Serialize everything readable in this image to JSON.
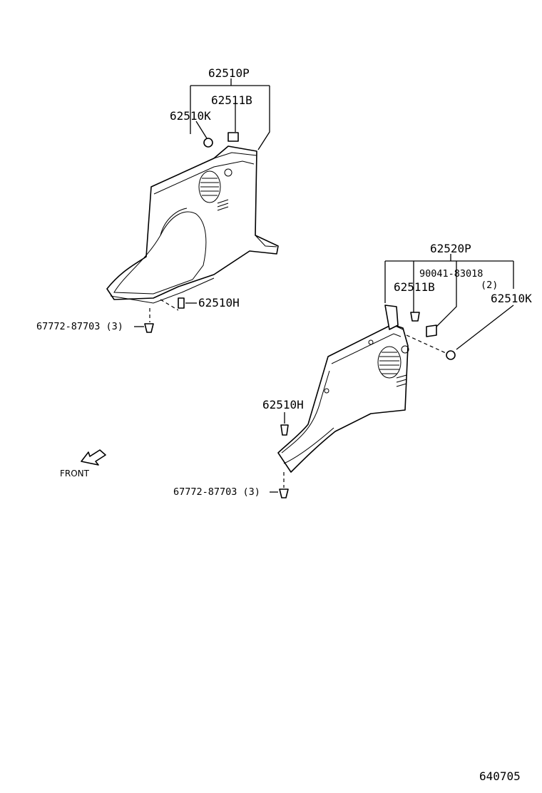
{
  "labels": {
    "left_assembly": "62510P",
    "left_clip_b": "62511B",
    "left_clip_k": "62510K",
    "left_clip_h": "62510H",
    "left_screw": "67772-87703 (3)",
    "right_assembly": "62520P",
    "right_nut": "90041-83018",
    "right_nut_qty": "(2)",
    "right_clip_b": "62511B",
    "right_clip_k": "62510K",
    "right_clip_h": "62510H",
    "right_screw": "67772-87703 (3)",
    "front": "FRONT",
    "diagram_number": "640705"
  },
  "icons": {
    "front_arrow": "front-arrow-icon",
    "clip": "clip-icon",
    "screw": "screw-icon",
    "nut": "nut-icon"
  },
  "colors": {
    "line": "#000000",
    "background": "#ffffff"
  }
}
